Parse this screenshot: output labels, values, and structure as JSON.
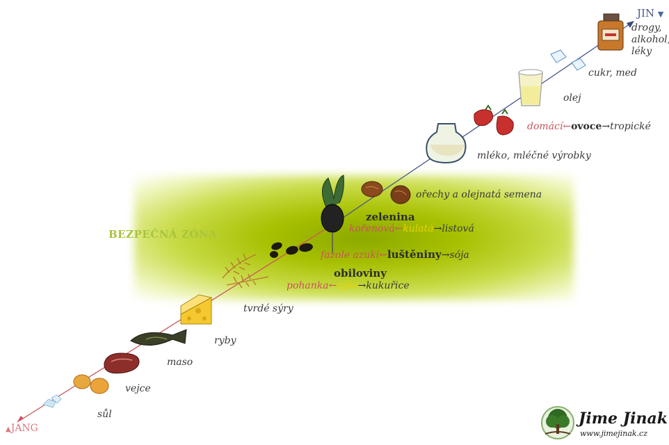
{
  "zone": {
    "title": "BEZPEČNÁ ZÓNA"
  },
  "axis": {
    "top": "JIN",
    "bottom": "JANG"
  },
  "items": {
    "drugs": {
      "line1": "drogy,",
      "line2": "alkohol,",
      "line3": "léky"
    },
    "sugar": "cukr, med",
    "oil": "olej",
    "fruit": {
      "left": "domácí",
      "arrow_l": "←",
      "main": "ovoce",
      "arrow_r": "→",
      "right": "tropické"
    },
    "dairy": "mléko, mléčné výrobky",
    "nuts": "ořechy a olejnatá semena",
    "veg": {
      "title": "zelenina",
      "left": "kořenová",
      "arrow_l": "←",
      "middle": "kulatá",
      "arrow_r": "→",
      "right": "listová"
    },
    "legumes": {
      "left": "fazole azuki",
      "arrow_l": "←",
      "main": "luštěniny",
      "arrow_r": "→",
      "right": "sója"
    },
    "grains": {
      "title": "obiloviny",
      "left": "pohanka",
      "arrow_l": "←",
      "middle": "rýže",
      "arrow_r": "→",
      "right": "kukuřice"
    },
    "cheese": "tvrdé sýry",
    "fish": "ryby",
    "meat": "maso",
    "eggs": "vejce",
    "salt": "sůl"
  },
  "logo": {
    "name": "Jime Jinak",
    "url": "www.jimejinak.cz"
  },
  "colors": {
    "yin_axis": "#4a5a8a",
    "yang_axis": "#c8535a",
    "zone": "#a8c000",
    "zone_title": "#a8c43c"
  }
}
